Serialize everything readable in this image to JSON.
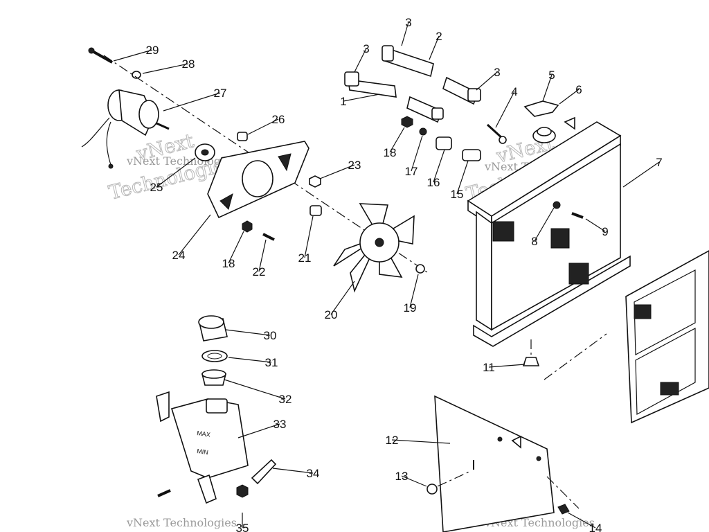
{
  "watermark": {
    "small": "vNext Technologies",
    "big_line1": "vNext",
    "big_line2": "Technologies"
  },
  "callouts": [
    "1",
    "2",
    "3",
    "3",
    "3",
    "4",
    "5",
    "6",
    "7",
    "8",
    "9",
    "11",
    "12",
    "13",
    "14",
    "15",
    "16",
    "17",
    "18",
    "18",
    "19",
    "20",
    "21",
    "22",
    "23",
    "24",
    "25",
    "26",
    "27",
    "28",
    "29",
    "30",
    "31",
    "32",
    "33",
    "34",
    "35"
  ],
  "tank_marks": {
    "max": "MAX",
    "min": "MIN"
  },
  "colors": {
    "ink": "#111111",
    "background": "#ffffff",
    "watermark": "#9a9a9a"
  }
}
